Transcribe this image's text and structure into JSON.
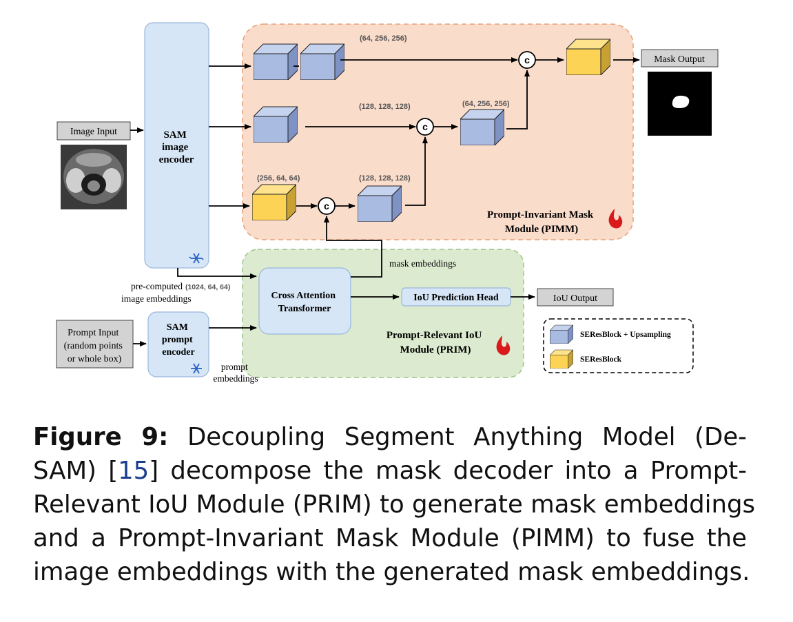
{
  "figure": {
    "pimm_label_line1": "Prompt-Invariant Mask",
    "pimm_label_line2": "Module (PIMM)",
    "prim_label_line1": "Prompt-Relevant IoU",
    "prim_label_line2": "Module (PRIM)",
    "sam_image_encoder": [
      "SAM",
      "image",
      "encoder"
    ],
    "sam_prompt_encoder": [
      "SAM",
      "prompt",
      "encoder"
    ],
    "image_input": "Image Input",
    "prompt_input": [
      "Prompt Input",
      "(random points",
      "or whole box)"
    ],
    "mask_output": "Mask Output",
    "iou_output": "IoU Output",
    "cross_attention": [
      "Cross Attention",
      "Transformer"
    ],
    "iou_head": "IoU Prediction Head",
    "mask_embeddings": "mask embeddings",
    "precomputed_line1": "pre-computed",
    "precomputed_dims": "(1024, 64, 64)",
    "precomputed_line2": "image embeddings",
    "prompt_embeddings": [
      "prompt",
      "embeddings"
    ],
    "dims": {
      "top": "(64, 256, 256)",
      "mid": "(128, 128, 128)",
      "mid_right": "(64, 256, 256)",
      "bottom_left": "(256, 64, 64)",
      "bottom_right": "(128, 128, 128)"
    },
    "concat_symbol": "c",
    "legend": {
      "blue": "SEResBlock + Upsampling",
      "yellow": "SEResBlock"
    },
    "colors": {
      "pimm_bg": "#fadccb",
      "prim_bg": "#dcebcf",
      "encoder_bg": "#d6e6f6",
      "cube_blue": "#a9bbe0",
      "cube_yellow": "#fdd356",
      "io_box": "#d3d3d3",
      "flame": "#d9191c",
      "snowflake": "#2a62c8"
    }
  },
  "caption": {
    "label": "Figure 9:",
    "ref": "15",
    "lines": [
      " Decoupling Segment Anything Model (De-",
      "SAM) [",
      "] decompose the mask decoder into a Prompt-",
      "Relevant IoU Module (PRIM) to generate mask embeddings",
      "and a Prompt-Invariant Mask Module (PIMM) to fuse the",
      "image embeddings with the generated mask embeddings."
    ]
  }
}
